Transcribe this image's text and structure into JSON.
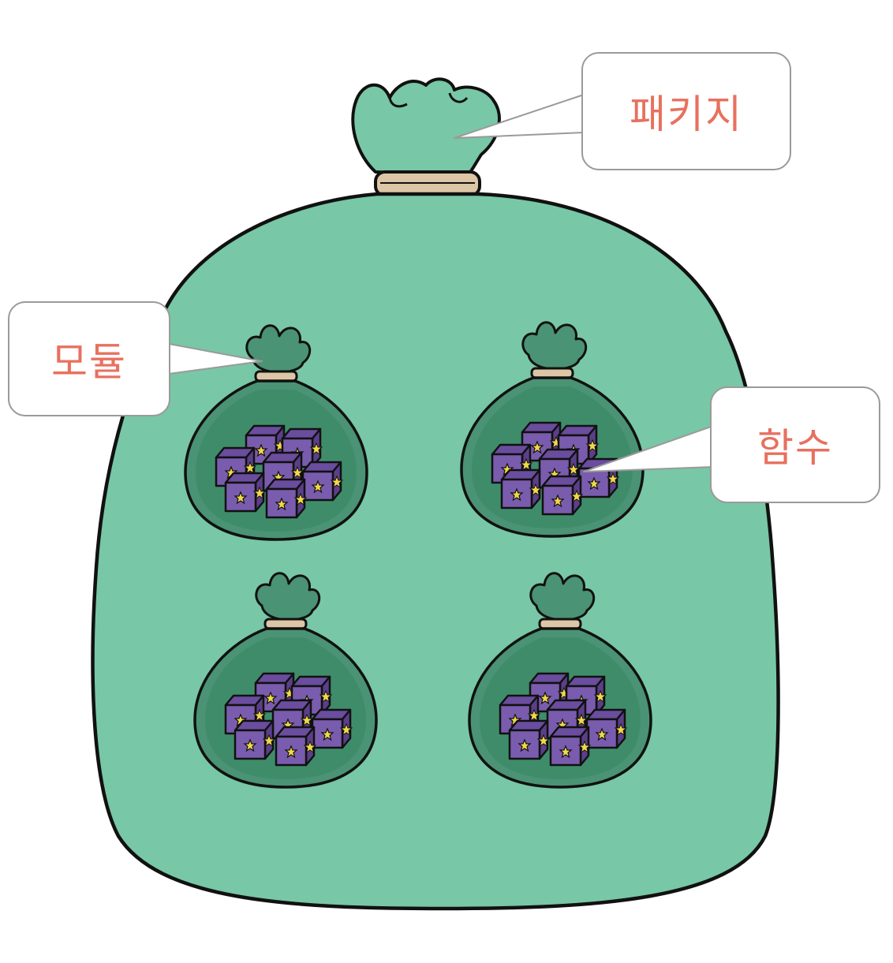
{
  "labels": {
    "package": "패키지",
    "module": "모듈",
    "function": "함수"
  },
  "colors": {
    "big_bag": "#78c7a6",
    "small_bag_outer": "#4a9374",
    "small_bag_inner": "#3f8c6b",
    "rope": "#dcc6a6",
    "cube_face": "#7a5cae",
    "cube_top": "#6a4d9e",
    "cube_side": "#5b3f8a",
    "star": "#f2d84a",
    "outline": "#111111",
    "label_text": "#e8705f",
    "callout_border": "#9a9a9a"
  },
  "icons": {
    "big_bag": "package-bag-icon",
    "small_bag": "module-bag-icon",
    "cube": "function-cube-icon"
  }
}
